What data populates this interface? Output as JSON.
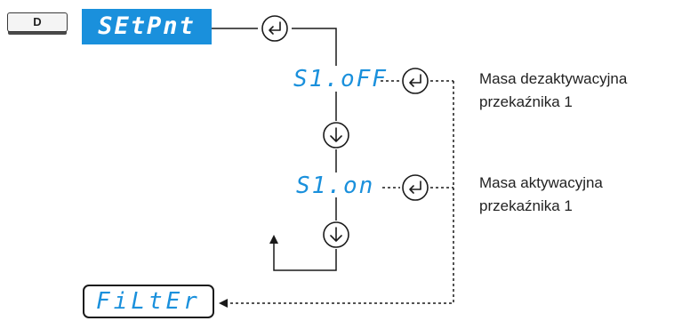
{
  "key": {
    "label": "D"
  },
  "menu": {
    "main_label": "SEtPnt",
    "steps": [
      {
        "display": "S1.oFF",
        "description": [
          "Masa dezaktywacyjna",
          "przekaźnika 1"
        ]
      },
      {
        "display": "S1.on",
        "description": [
          "Masa aktywacyjna",
          "przekaźnika 1"
        ]
      }
    ],
    "next_label": "FiLtEr"
  },
  "icons": {
    "enter": "enter-key-icon",
    "down": "down-arrow-key-icon"
  },
  "colors": {
    "display_blue": "#1a90dc",
    "line": "#1a1a1a",
    "text": "#222222"
  }
}
